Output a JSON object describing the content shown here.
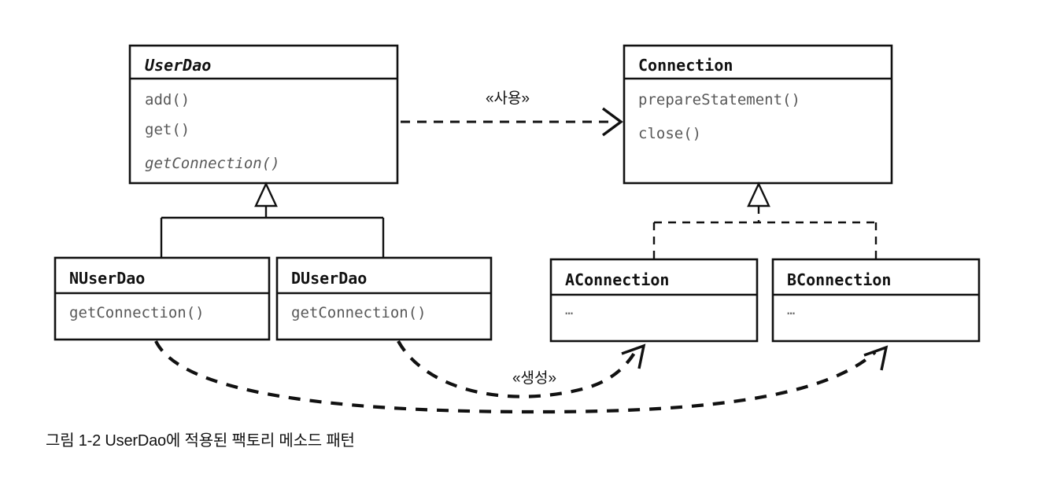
{
  "figure": {
    "caption": "그림 1-2 UserDao에 적용된 팩토리 메소드 패턴",
    "background_color": "#ffffff",
    "line_color": "#111111",
    "member_text_color": "#585858"
  },
  "classes": {
    "user_dao": {
      "name": "UserDao",
      "is_abstract": true,
      "members": [
        {
          "label": "add()",
          "is_abstract": false
        },
        {
          "label": "get()",
          "is_abstract": false
        },
        {
          "label": "getConnection()",
          "is_abstract": true
        }
      ]
    },
    "connection": {
      "name": "Connection",
      "is_abstract": false,
      "members": [
        {
          "label": "prepareStatement()",
          "is_abstract": false
        },
        {
          "label": "close()",
          "is_abstract": false
        }
      ]
    },
    "n_user_dao": {
      "name": "NUserDao",
      "is_abstract": false,
      "members": [
        {
          "label": "getConnection()",
          "is_abstract": false
        }
      ]
    },
    "d_user_dao": {
      "name": "DUserDao",
      "is_abstract": false,
      "members": [
        {
          "label": "getConnection()",
          "is_abstract": false
        }
      ]
    },
    "a_connection": {
      "name": "AConnection",
      "is_abstract": false,
      "members": [
        {
          "label": "…",
          "is_abstract": false
        }
      ]
    },
    "b_connection": {
      "name": "BConnection",
      "is_abstract": false,
      "members": [
        {
          "label": "…",
          "is_abstract": false
        }
      ]
    }
  },
  "relations": {
    "usage": {
      "label": "«사용»",
      "kind": "dependency-dashed-open-arrow",
      "from": "UserDao",
      "to": "Connection"
    },
    "creation": {
      "label": "«생성»",
      "kind": "dependency-dashed-open-arrow",
      "from": [
        "NUserDao",
        "DUserDao"
      ],
      "to": [
        "BConnection",
        "AConnection"
      ]
    },
    "inheritance_dao": {
      "kind": "generalization-solid-hollow-triangle",
      "parent": "UserDao",
      "children": [
        "NUserDao",
        "DUserDao"
      ]
    },
    "realization_connection": {
      "kind": "realization-dashed-hollow-triangle",
      "parent": "Connection",
      "children": [
        "AConnection",
        "BConnection"
      ]
    }
  }
}
